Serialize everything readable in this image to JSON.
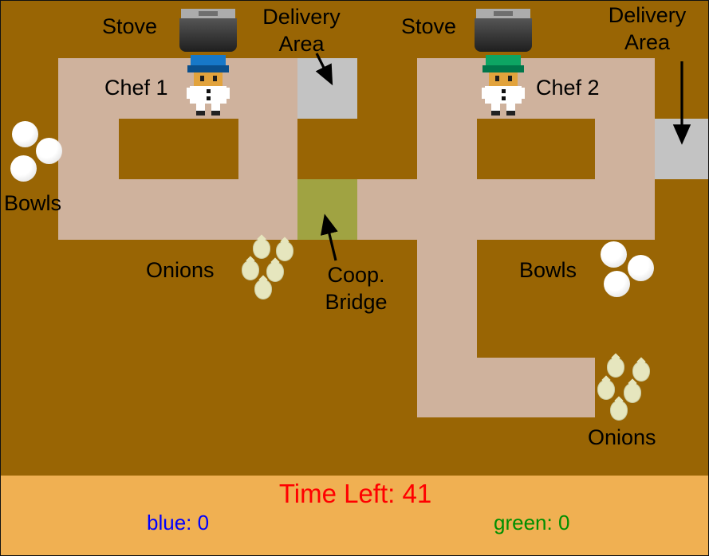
{
  "labels": {
    "stove_left": "Stove",
    "stove_right": "Stove",
    "delivery_left": [
      "Delivery",
      "Area"
    ],
    "delivery_right": [
      "Delivery",
      "Area"
    ],
    "chef1": "Chef 1",
    "chef2": "Chef 2",
    "bowls_left": "Bowls",
    "bowls_right": "Bowls",
    "onions_left": "Onions",
    "onions_right": "Onions",
    "coop_bridge": [
      "Coop.",
      "Bridge"
    ]
  },
  "hud": {
    "time_left": "Time Left: 41",
    "blue_score": "blue: 0",
    "green_score": "green: 0"
  },
  "entities": {
    "chefs": [
      {
        "name": "Chef 1",
        "hat": "blue"
      },
      {
        "name": "Chef 2",
        "hat": "green"
      }
    ],
    "stoves_count": 2,
    "delivery_areas_count": 2,
    "bowls_left_count": 3,
    "bowls_right_count": 3,
    "onions_left_count": 5,
    "onions_right_count": 5,
    "coop_bridge_count": 1
  },
  "colors": {
    "background": "#996504",
    "counter": "#CFB29D",
    "delivery_area": "#C3C3C3",
    "coop_bridge": "#A0A342",
    "hud_bar": "#F0B052",
    "time_text": "#FF0000",
    "blue_text": "#0000FF",
    "green_text": "#008F00",
    "label_text": "#000000",
    "chef1_hat": "#1778C8",
    "chef1_hat_dark": "#0A4F8C",
    "chef2_hat": "#0DA563",
    "chef2_hat_dark": "#00764A",
    "chef_skin": "#E2A33C",
    "stove_lid": "#ACACAC",
    "stove_body_light": "#555555",
    "stove_body_dark": "#1F1F1F",
    "onion": "#E6E6BE",
    "bowl": "#EDEDED"
  }
}
